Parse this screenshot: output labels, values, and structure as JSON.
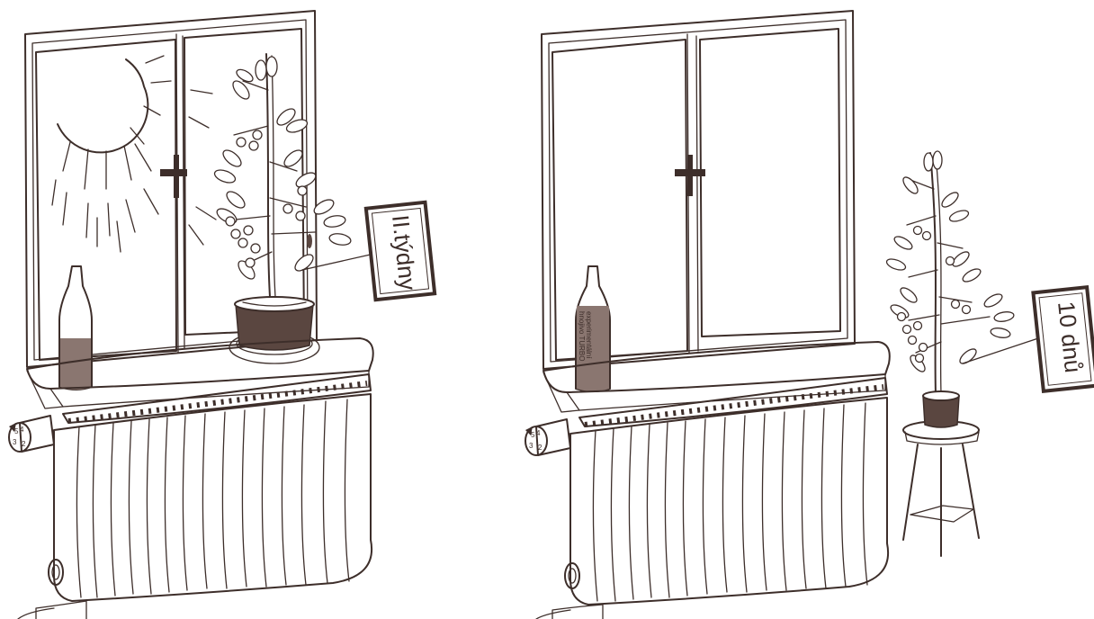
{
  "left_scene": {
    "label": "II.týdny",
    "dial_numbers": [
      "5",
      "4",
      "3",
      "2"
    ]
  },
  "right_scene": {
    "label": "10 dnů",
    "bottle_text_line1": "experimentální",
    "bottle_text_line2": "hnojivo TURBO",
    "dial_numbers": [
      "5",
      "4",
      "3",
      "2"
    ]
  },
  "colors": {
    "ink": "#3d2e2a",
    "fill_dark": "#5a4640",
    "bottle_fill": "#8a7670",
    "background": "#ffffff"
  }
}
